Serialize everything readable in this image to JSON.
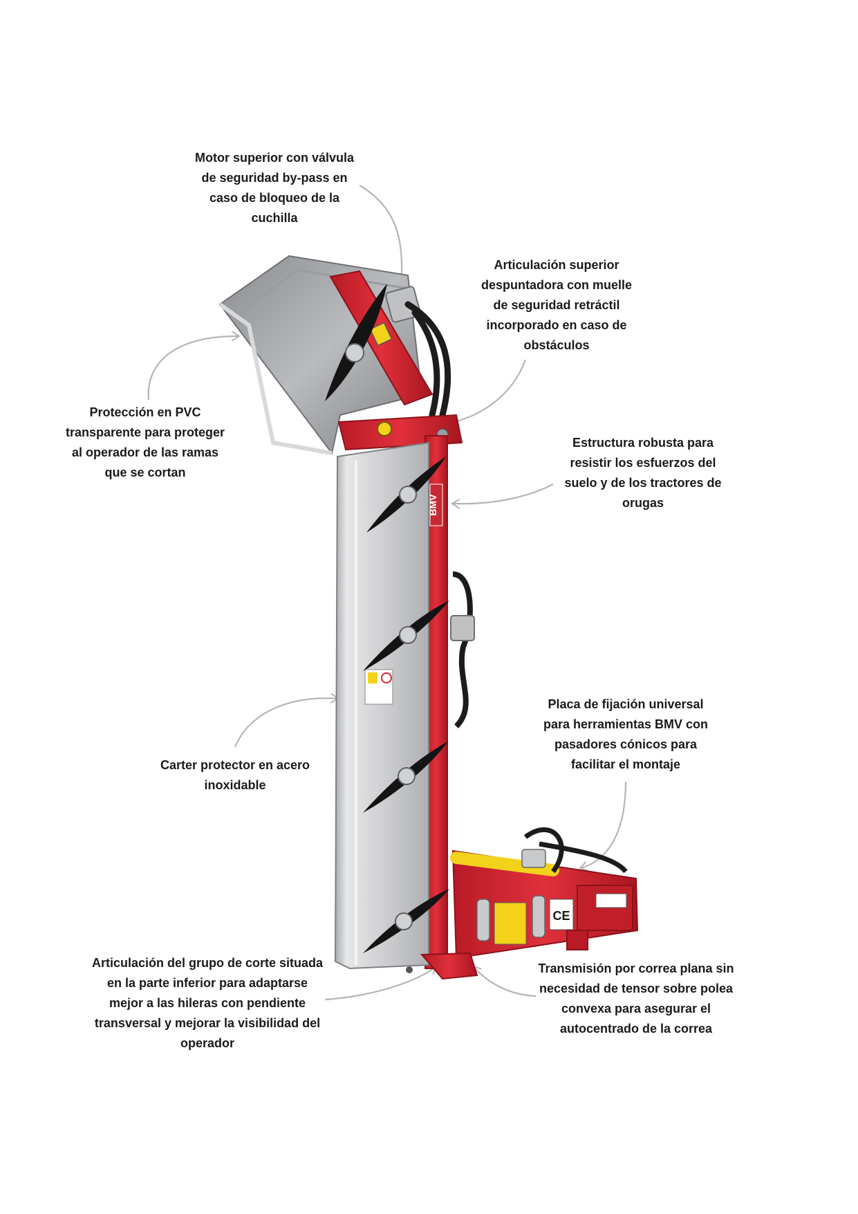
{
  "labels": {
    "motor": [
      "Motor superior con válvula",
      "de seguridad by-pass en",
      "caso de bloqueo de la",
      "cuchilla"
    ],
    "articulacion_superior": [
      "Articulación superior",
      "despuntadora con muelle",
      "de seguridad retráctil",
      "incorporado en caso de",
      "obstáculos"
    ],
    "proteccion_pvc": [
      "Protección en PVC",
      "transparente para proteger",
      "al operador de las ramas",
      "que se cortan"
    ],
    "estructura": [
      "Estructura robusta para",
      "resistir los esfuerzos del",
      "suelo y de los tractores de",
      "orugas"
    ],
    "placa": [
      "Placa de fijación universal",
      "para herramientas BMV con",
      "pasadores cónicos para",
      "facilitar el montaje"
    ],
    "carter": [
      "Carter protector en acero",
      "inoxidable"
    ],
    "articulacion_inferior": [
      "Articulación del grupo de corte situada",
      "en la parte inferior para adaptarse",
      "mejor a las hileras con pendiente",
      "transversal y mejorar la visibilidad del",
      "operador"
    ],
    "transmision": [
      "Transmisión por correa plana sin",
      "necesidad de tensor sobre polea",
      "convexa para asegurar el",
      "autocentrado de la correa"
    ]
  },
  "machine": {
    "brand_mark": "BMV",
    "ce_mark": "CE"
  },
  "colors": {
    "frame_red": "#d42430",
    "steel": "#c9cacc",
    "blade_black": "#141414",
    "hose_black": "#1c1c1c",
    "arrow_gray": "#b5b5b5",
    "warning_yellow": "#f2d21a"
  }
}
